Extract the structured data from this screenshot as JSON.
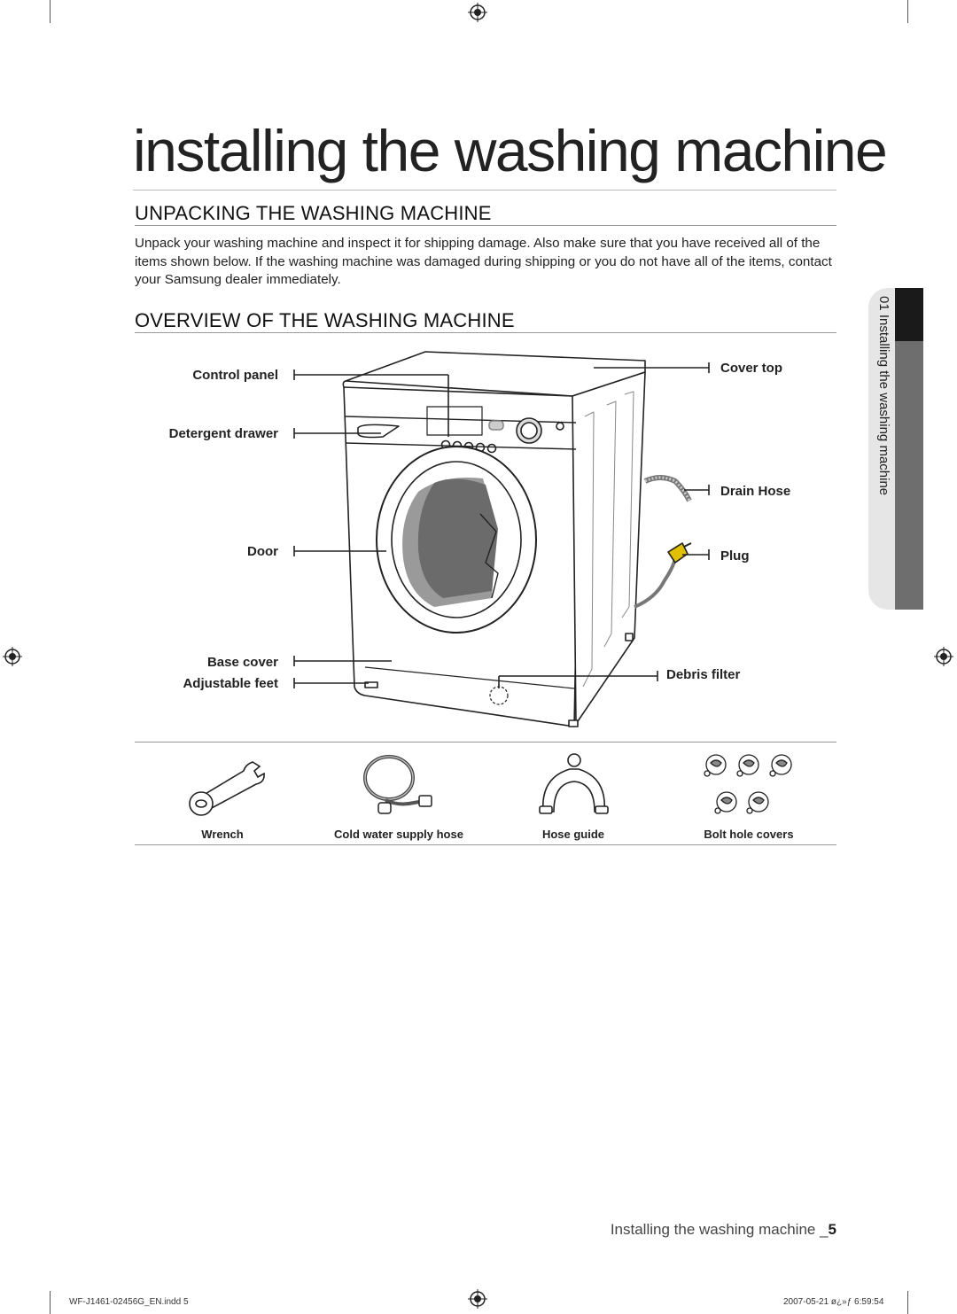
{
  "page": {
    "title": "installing the washing machine",
    "section1": {
      "heading": "UNPACKING THE WASHING MACHINE",
      "body": "Unpack your washing machine and inspect it for shipping damage. Also make sure that you have received all of the items shown below. If the washing machine was damaged during shipping or you do not have all of the items, contact your Samsung dealer immediately."
    },
    "section2": {
      "heading": "OVERVIEW OF THE WASHING MACHINE"
    },
    "diagram_labels": {
      "control_panel": "Control panel",
      "detergent_drawer": "Detergent drawer",
      "door": "Door",
      "base_cover": "Base cover",
      "adjustable_feet": "Adjustable feet",
      "cover_top": "Cover top",
      "drain_hose": "Drain Hose",
      "plug": "Plug",
      "debris_filter": "Debris filter"
    },
    "accessories": [
      "Wrench",
      "Cold water supply hose",
      "Hose guide",
      "Bolt hole covers"
    ],
    "side_tab": "01 Installing the washing machine",
    "footer": {
      "text": "Installing the washing machine _",
      "page_number": "5"
    },
    "slug": {
      "file": "WF-J1461-02456G_EN.indd   5",
      "date": "2007-05-21   ø¿»ƒ 6:59:54"
    }
  },
  "colors": {
    "text": "#222222",
    "tab_dark": "#6e6e6e",
    "tab_light": "#e6e6e6",
    "tab_black": "#1a1a1a"
  }
}
